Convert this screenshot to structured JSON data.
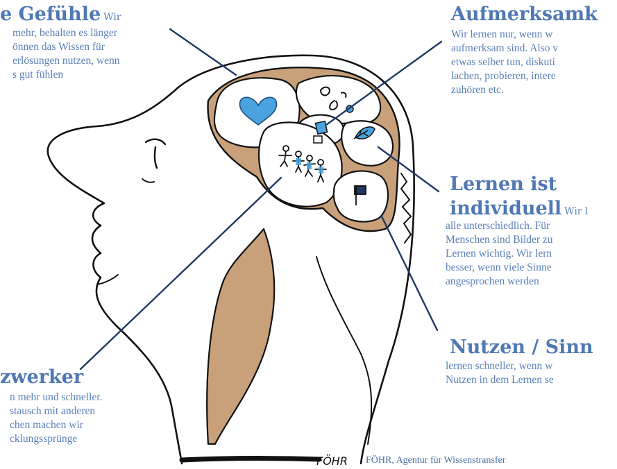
{
  "blocks": {
    "gefuehle": {
      "heading": "e Gefühle",
      "inline": "Wir",
      "lines": [
        "mehr, behalten es länger",
        "önnen das Wissen für",
        "erlösungen nutzen, wenn",
        "s gut fühlen"
      ]
    },
    "aufmerksamkeit": {
      "heading": "Aufmerksamk",
      "lines": [
        "Wir lernen nur, wenn w",
        "aufmerksam sind. Also v",
        "etwas selber tun, diskuti",
        "lachen, probieren, intere",
        "zuhören etc."
      ]
    },
    "individuell": {
      "heading1": "Lernen ist",
      "heading2": "individuell",
      "inline": "Wir l",
      "lines": [
        "alle  unterschiedlich. Für",
        "Menschen sind Bilder  zu",
        "Lernen wichtig. Wir lern",
        "besser, wenn viele Sinne",
        "angesprochen werden"
      ]
    },
    "nutzen": {
      "heading": "Nutzen / Sinn",
      "lines": [
        "lernen schneller, wenn w",
        "Nutzen in dem Lernen se"
      ]
    },
    "netzwerker": {
      "heading": "zwerker",
      "lines": [
        "n mehr und schneller.",
        "stausch mit anderen",
        "chen  machen wir",
        "cklungssprünge"
      ]
    }
  },
  "signature": "FÖHR",
  "credit": "FÖHR, Agentur für Wissenstransfer",
  "colors": {
    "text_blue": "#5b80b8",
    "heading_blue": "#4f78b4",
    "heart_blue": "#4aa3de",
    "brain_tan": "#c8a07a",
    "connector_navy": "#1f3864",
    "ink": "#111111"
  }
}
